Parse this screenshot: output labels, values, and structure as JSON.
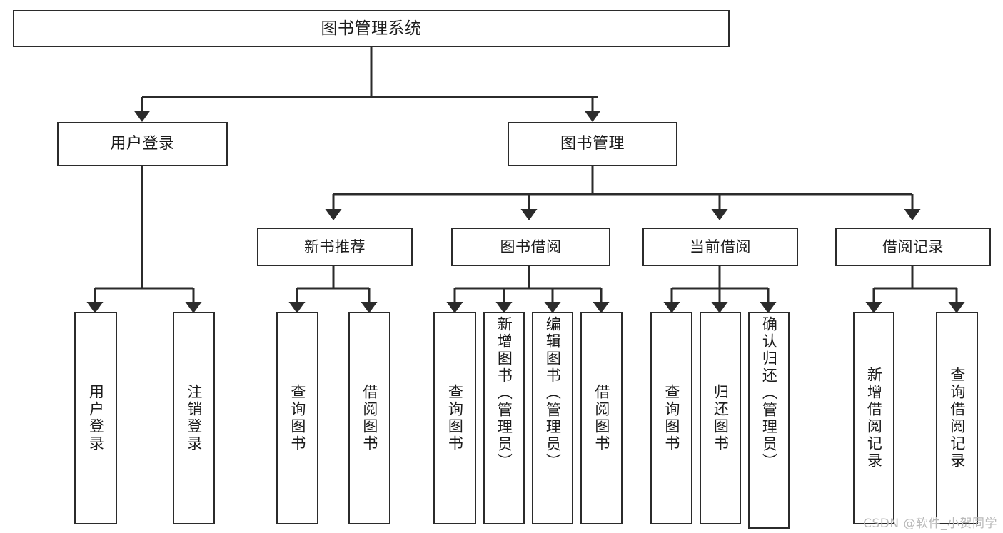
{
  "diagram": {
    "title": "图书管理系统",
    "watermark": "CSDN @软件_小贺同学",
    "root": {
      "label": "图书管理系统"
    },
    "level2": [
      {
        "label": "用户登录"
      },
      {
        "label": "图书管理"
      }
    ],
    "level3": [
      {
        "label": "新书推荐"
      },
      {
        "label": "图书借阅"
      },
      {
        "label": "当前借阅"
      },
      {
        "label": "借阅记录"
      }
    ],
    "leaves": [
      {
        "label": "用户登录"
      },
      {
        "label": "注销登录"
      },
      {
        "label": "查询图书"
      },
      {
        "label": "借阅图书"
      },
      {
        "label": "查询图书"
      },
      {
        "label": "新增图书（管理员）"
      },
      {
        "label": "编辑图书（管理员）"
      },
      {
        "label": "借阅图书"
      },
      {
        "label": "查询图书"
      },
      {
        "label": "归还图书"
      },
      {
        "label": "确认归还（管理员）"
      },
      {
        "label": "新增借阅记录"
      },
      {
        "label": "查询借阅记录"
      }
    ],
    "colors": {
      "stroke": "#2b2b2b",
      "fill": "#ffffff",
      "text": "#1b1b1b",
      "watermark": "#b9b9b9"
    }
  }
}
